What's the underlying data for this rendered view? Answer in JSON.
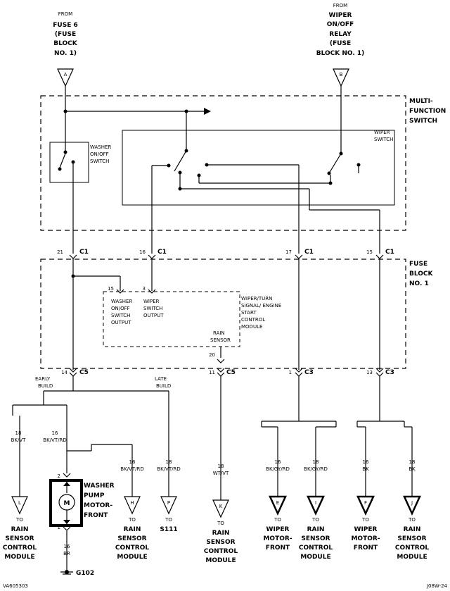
{
  "sources": {
    "a": {
      "lines": [
        "FROM",
        "FUSE 6",
        "(FUSE",
        "BLOCK",
        "NO. 1)"
      ],
      "pin": "A"
    },
    "b": {
      "lines": [
        "FROM",
        "WIPER",
        "ON/OFF",
        "RELAY",
        "(FUSE",
        "BLOCK NO. 1)"
      ],
      "pin": "B"
    }
  },
  "multifunction_switch": {
    "title_lines": [
      "MULTI-",
      "FUNCTION",
      "SWITCH"
    ],
    "washer_label": [
      "WASHER",
      "ON/OFF",
      "SWITCH"
    ],
    "wiper_label": [
      "WIPER",
      "SWITCH"
    ]
  },
  "fuse_block": {
    "title_lines": [
      "FUSE",
      "BLOCK",
      "NO. 1"
    ],
    "module_label": [
      "WIPER/TURN",
      "SIGNAL/ ENGINE",
      "START",
      "CONTROL",
      "MODULE"
    ],
    "washer_output": [
      "WASHER",
      "ON/OFF",
      "SWITCH",
      "OUTPUT"
    ],
    "wiper_output": [
      "WIPER",
      "SWITCH",
      "OUTPUT"
    ],
    "rain_sensor": [
      "RAIN",
      "SENSOR"
    ],
    "pin_15": "15",
    "pin_3": "3",
    "pin_20": "20"
  },
  "connectors": {
    "c1_21": {
      "num": "21",
      "name": "C1"
    },
    "c1_16": {
      "num": "16",
      "name": "C1"
    },
    "c1_17": {
      "num": "17",
      "name": "C1"
    },
    "c1_15": {
      "num": "15",
      "name": "C1"
    },
    "c5_14": {
      "num": "14",
      "name": "C5"
    },
    "c5_11": {
      "num": "11",
      "name": "C5"
    },
    "c3_1": {
      "num": "1",
      "name": "C3"
    },
    "c3_13": {
      "num": "13",
      "name": "C3"
    }
  },
  "builds": {
    "early": [
      "EARLY",
      "BUILD"
    ],
    "late": [
      "LATE",
      "BUILD"
    ]
  },
  "wires": {
    "w_l": [
      "18",
      "BK/VT"
    ],
    "w_pump": [
      "16",
      "BK/VT/RD"
    ],
    "w_h": [
      "16",
      "BK/VT/RD"
    ],
    "w_p": [
      "18",
      "BK/VT/RD"
    ],
    "w_k": [
      "18",
      "WT/VT"
    ],
    "w_e": [
      "16",
      "BK/GY/RD"
    ],
    "w_i": [
      "18",
      "BK/GY/RD"
    ],
    "w_f": [
      "16",
      "BK"
    ],
    "w_j": [
      "18",
      "BK"
    ],
    "w_gnd": [
      "16",
      "BR"
    ]
  },
  "pump": {
    "label": [
      "WASHER",
      "PUMP",
      "MOTOR-",
      "FRONT"
    ],
    "motor": "M",
    "pin2": "2",
    "pin1": "1"
  },
  "terminals": {
    "l": {
      "pin": "L",
      "lines": [
        "TO",
        "RAIN",
        "SENSOR",
        "CONTROL",
        "MODULE"
      ]
    },
    "h": {
      "pin": "H",
      "lines": [
        "TO",
        "RAIN",
        "SENSOR",
        "CONTROL",
        "MODULE"
      ]
    },
    "p": {
      "pin": "P",
      "lines": [
        "TO",
        "S111"
      ]
    },
    "k": {
      "pin": "K",
      "lines": [
        "TO",
        "RAIN",
        "SENSOR",
        "CONTROL",
        "MODULE"
      ]
    },
    "e": {
      "pin": "E",
      "lines": [
        "TO",
        "WIPER",
        "MOTOR-",
        "FRONT"
      ]
    },
    "i": {
      "pin": "I",
      "lines": [
        "TO",
        "RAIN",
        "SENSOR",
        "CONTROL",
        "MODULE"
      ]
    },
    "f": {
      "pin": "F",
      "lines": [
        "TO",
        "WIPER",
        "MOTOR-",
        "FRONT"
      ]
    },
    "j": {
      "pin": "J",
      "lines": [
        "TO",
        "RAIN",
        "SENSOR",
        "CONTROL",
        "MODULE"
      ]
    }
  },
  "ground": "G102",
  "footer": {
    "left": "VA605303",
    "right": "J08W-24"
  }
}
